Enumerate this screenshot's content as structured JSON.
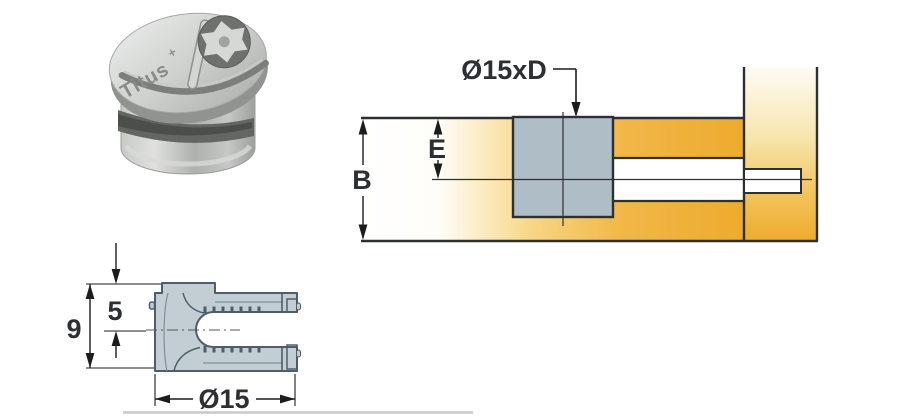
{
  "figure": {
    "kind": "cam fitting catalog drawing"
  },
  "photo": {
    "brand": "Titus",
    "brand_mark": "+"
  },
  "cam_section": {
    "total_height": "9",
    "flange_to_axis": "5",
    "diameter": "Ø15"
  },
  "installation": {
    "hole_label": "Ø15xD",
    "board_thickness_label": "B",
    "hole_center_distance_label": "E"
  },
  "colors": {
    "panel_orange": "#eeab2e",
    "panel_mid": "#f8d584",
    "panel_light": "#fdfbf3",
    "hole_gray": "#aebdc6",
    "section_body": "#c3cdd4",
    "section_outline": "#4e5e68",
    "line_dark": "#2d3033",
    "dim_black": "#1c1c1c",
    "divider_gray": "#c9c9c9"
  }
}
